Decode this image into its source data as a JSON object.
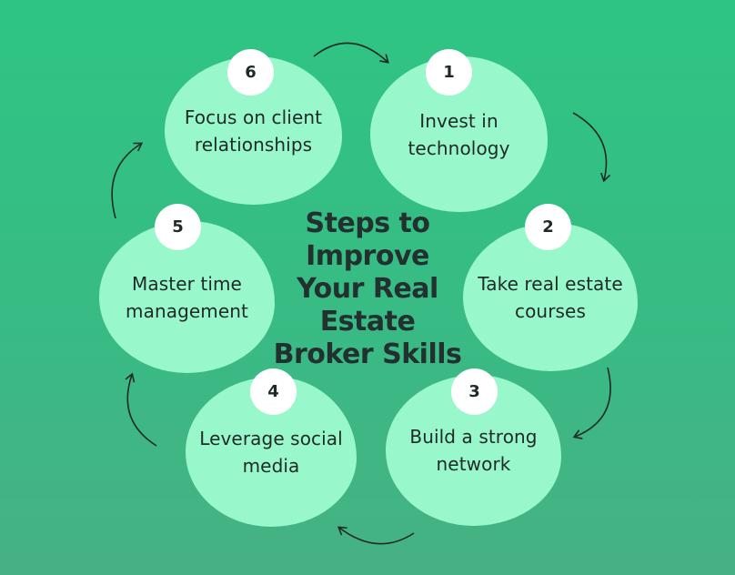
{
  "title_lines": [
    "Steps to",
    "Improve",
    "Your Real",
    "Estate",
    "Broker Skills"
  ],
  "steps": [
    {
      "number": "1",
      "label": "Invest in\ntechnology"
    },
    {
      "number": "2",
      "label": "Take real estate\ncourses"
    },
    {
      "number": "3",
      "label": "Build a strong\nnetwork"
    },
    {
      "number": "4",
      "label": "Leverage social\nmedia"
    },
    {
      "number": "5",
      "label": "Master time\nmanagement"
    },
    {
      "number": "6",
      "label": "Focus on client\nrelationships"
    }
  ],
  "colors": {
    "background": "#36bd85",
    "blob": "#98f7cb",
    "badge": "#ffffff",
    "text": "#1f2a27"
  },
  "icons": [
    "curved-arrow-icon"
  ]
}
